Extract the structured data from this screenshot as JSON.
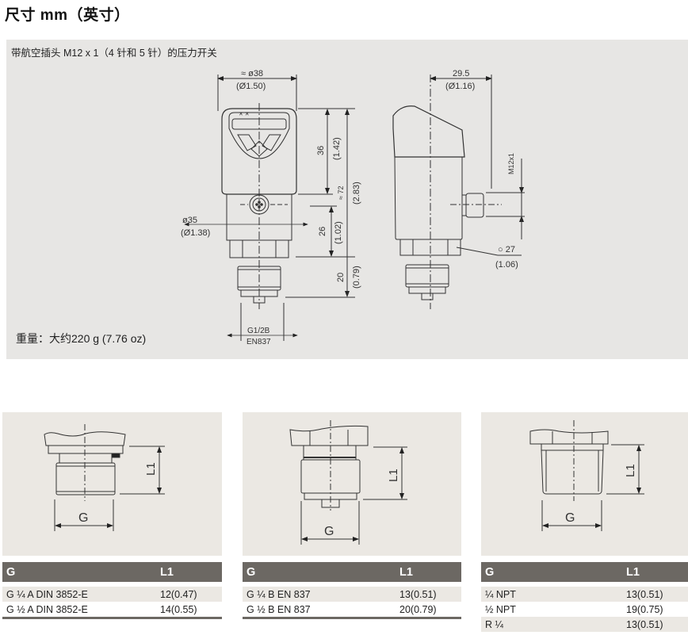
{
  "page": {
    "title": "尺寸 mm（英寸）"
  },
  "main_panel": {
    "caption": "带航空插头 M12 x 1（4 针和 5 针）的压力开关",
    "weight": "重量：大约220 g (7.76 oz)",
    "front_view": {
      "width_dim": "≈ ø38",
      "width_dim_in": "(Ø1.50)",
      "top_height": "36",
      "top_height_in": "(1.42)",
      "total_height": "≈ 72",
      "total_height_in": "(2.83)",
      "body_dia": "ø35",
      "body_dia_in": "(Ø1.38)",
      "mid_height": "26",
      "mid_height_in": "(1.02)",
      "thread_height": "20",
      "thread_height_in": "(0.79)",
      "thread_label_1": "G1/2B",
      "thread_label_2": "EN837"
    },
    "side_view": {
      "depth_dim": "29.5",
      "depth_dim_in": "(Ø1.16)",
      "connector": "M12x1",
      "hex": "○ 27",
      "hex_in": "(1.06)"
    }
  },
  "cards": [
    {
      "figure": {
        "l_label": "L1",
        "g_label": "G"
      },
      "header": {
        "g": "G",
        "l1": "L1"
      },
      "rows": [
        {
          "g": "G ¼ A DIN 3852-E",
          "l1": "12(0.47)"
        },
        {
          "g": "G ½ A DIN 3852-E",
          "l1": "14(0.55)"
        }
      ]
    },
    {
      "figure": {
        "l_label": "L1",
        "g_label": "G"
      },
      "header": {
        "g": "G",
        "l1": "L1"
      },
      "rows": [
        {
          "g": "G ¼ B EN 837",
          "l1": "13(0.51)"
        },
        {
          "g": "G ½ B EN 837",
          "l1": "20(0.79)"
        }
      ]
    },
    {
      "figure": {
        "l_label": "L1",
        "g_label": "G"
      },
      "header": {
        "g": "G",
        "l1": "L1"
      },
      "rows": [
        {
          "g": "¼ NPT",
          "l1": "13(0.51)"
        },
        {
          "g": "½ NPT",
          "l1": "19(0.75)"
        },
        {
          "g": "R ¼",
          "l1": "13(0.51)"
        }
      ]
    }
  ],
  "colors": {
    "panel_bg": "#e7e6e4",
    "card_bg": "#ebe8e3",
    "table_header": "#6c6863"
  }
}
